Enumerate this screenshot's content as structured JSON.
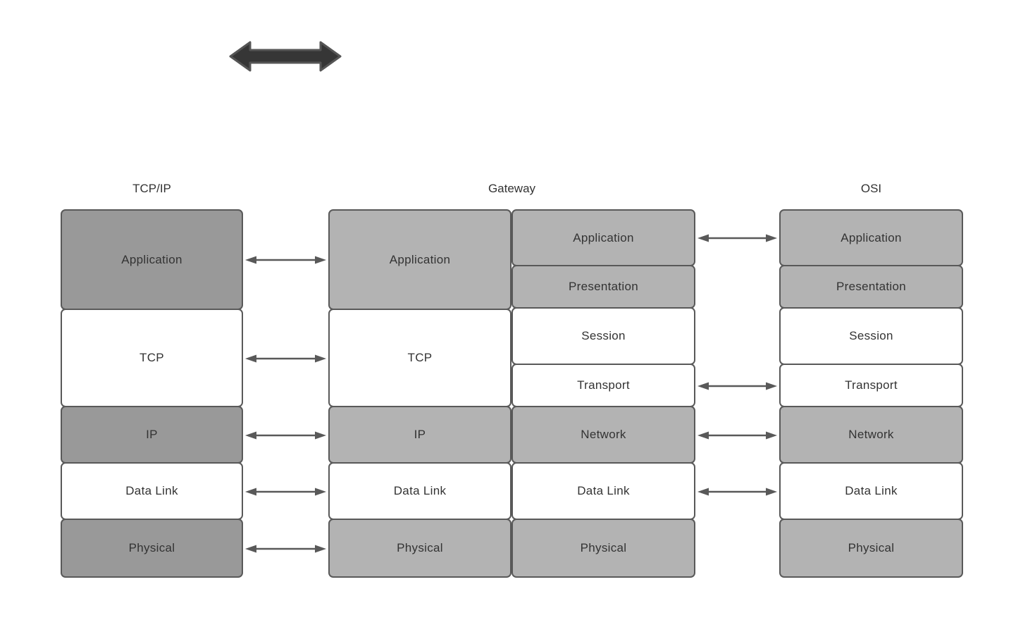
{
  "diagram": {
    "decorations": {
      "top_arrow_icon": "double-headed-horizontal-arrow"
    },
    "headers": [
      {
        "label": "TCP/IP"
      },
      {
        "label": "Gateway"
      },
      {
        "label": "OSI"
      }
    ],
    "columns": [
      {
        "id": "tcpip",
        "layers": [
          {
            "label": "Application",
            "fill": "dark"
          },
          {
            "label": "TCP",
            "fill": "white"
          },
          {
            "label": "IP",
            "fill": "dark"
          },
          {
            "label": "Data Link",
            "fill": "white"
          },
          {
            "label": "Physical",
            "fill": "dark"
          }
        ]
      },
      {
        "id": "gateway-left",
        "layers": [
          {
            "label": "Application",
            "fill": "light"
          },
          {
            "label": "TCP",
            "fill": "white"
          },
          {
            "label": "IP",
            "fill": "light"
          },
          {
            "label": "Data Link",
            "fill": "white"
          },
          {
            "label": "Physical",
            "fill": "light"
          }
        ]
      },
      {
        "id": "gateway-right",
        "layers": [
          {
            "label": "Application",
            "fill": "light"
          },
          {
            "label": "Presentation",
            "fill": "light"
          },
          {
            "label": "Session",
            "fill": "white"
          },
          {
            "label": "Transport",
            "fill": "white"
          },
          {
            "label": "Network",
            "fill": "light"
          },
          {
            "label": "Data Link",
            "fill": "white"
          },
          {
            "label": "Physical",
            "fill": "light"
          }
        ]
      },
      {
        "id": "osi",
        "layers": [
          {
            "label": "Application",
            "fill": "light"
          },
          {
            "label": "Presentation",
            "fill": "light"
          },
          {
            "label": "Session",
            "fill": "white"
          },
          {
            "label": "Transport",
            "fill": "white"
          },
          {
            "label": "Network",
            "fill": "light"
          },
          {
            "label": "Data Link",
            "fill": "white"
          },
          {
            "label": "Physical",
            "fill": "light"
          }
        ]
      }
    ],
    "connections": {
      "tcpip_to_gateway": [
        "Application",
        "TCP",
        "IP",
        "Data Link",
        "Physical"
      ],
      "gateway_to_osi": [
        "Application",
        "Transport",
        "Network",
        "Data Link"
      ]
    },
    "colors": {
      "dark_gray_fill": "#999999",
      "light_gray_fill": "#b3b3b3",
      "white_fill": "#ffffff",
      "stroke": "#595959",
      "text": "#333333",
      "thick_arrow_fill": "#363636",
      "thick_arrow_stroke": "#555555"
    }
  }
}
